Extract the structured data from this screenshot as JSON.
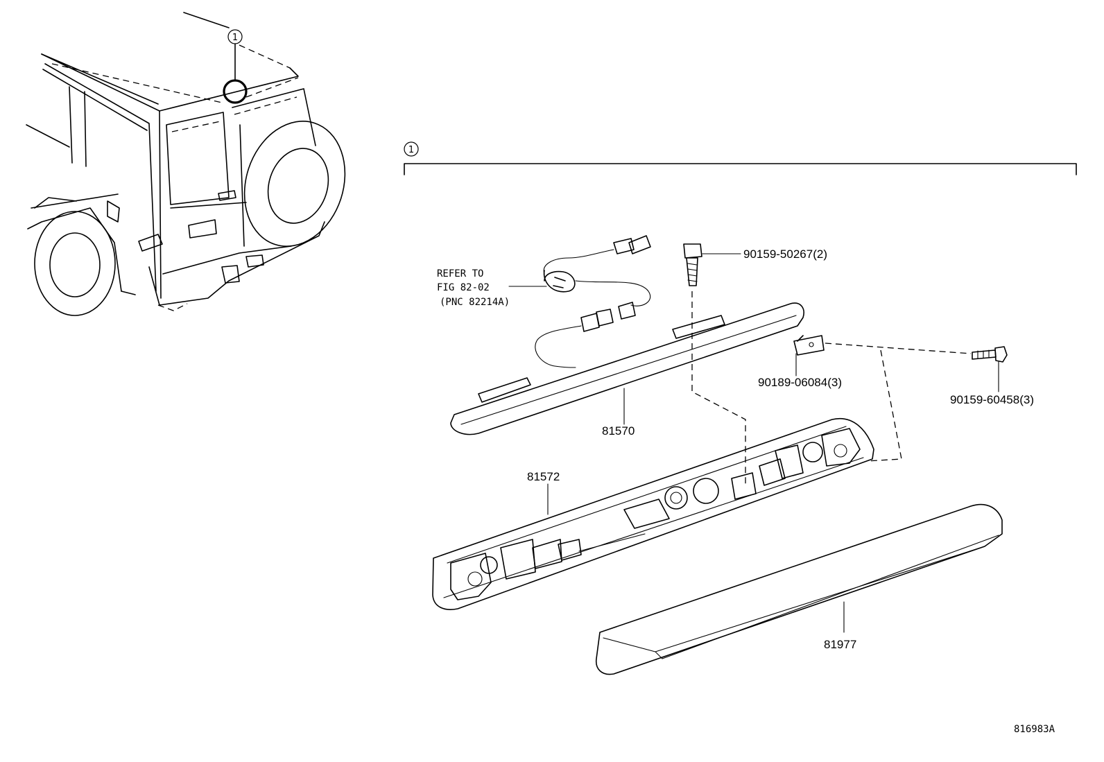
{
  "callout": {
    "number": "1"
  },
  "refer": {
    "line1": "REFER TO",
    "line2": "FIG 82-02",
    "line3": "(PNC 82214A)"
  },
  "parts": {
    "bolt_top": "90159-50267(2)",
    "clip_nut": "90189-06084(3)",
    "bolt_side": "90159-60458(3)",
    "lens": "81570",
    "housing": "81572",
    "cover": "81977"
  },
  "illustration_code": "816983A"
}
